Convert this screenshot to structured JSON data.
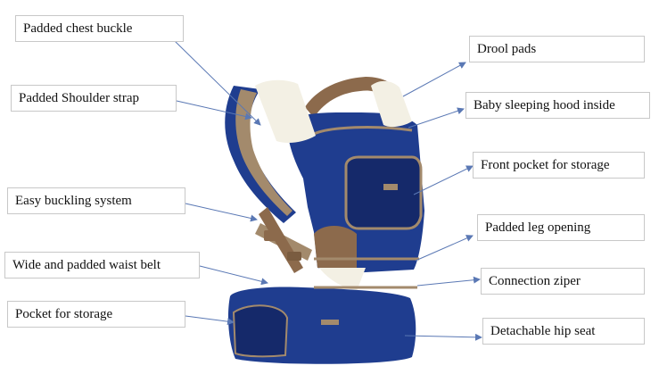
{
  "labels": {
    "chest_buckle": "Padded chest buckle",
    "shoulder_strap": "Padded Shoulder strap",
    "buckling_system": "Easy buckling system",
    "waist_belt": "Wide and padded waist belt",
    "pocket_storage": "Pocket for storage",
    "drool_pads": "Drool pads",
    "sleeping_hood": "Baby sleeping hood inside",
    "front_pocket": "Front pocket for storage",
    "leg_opening": "Padded leg opening",
    "connection_zipper": "Connection ziper",
    "hip_seat": "Detachable hip seat"
  },
  "colors": {
    "carrier_blue": "#1f3d8f",
    "carrier_dark": "#15296a",
    "trim_tan": "#a38a6c",
    "strap_brown": "#8c6a4c",
    "drool_pad": "#f3f0e4",
    "arrow": "#5a78b4",
    "label_border": "#c8c8c8"
  }
}
